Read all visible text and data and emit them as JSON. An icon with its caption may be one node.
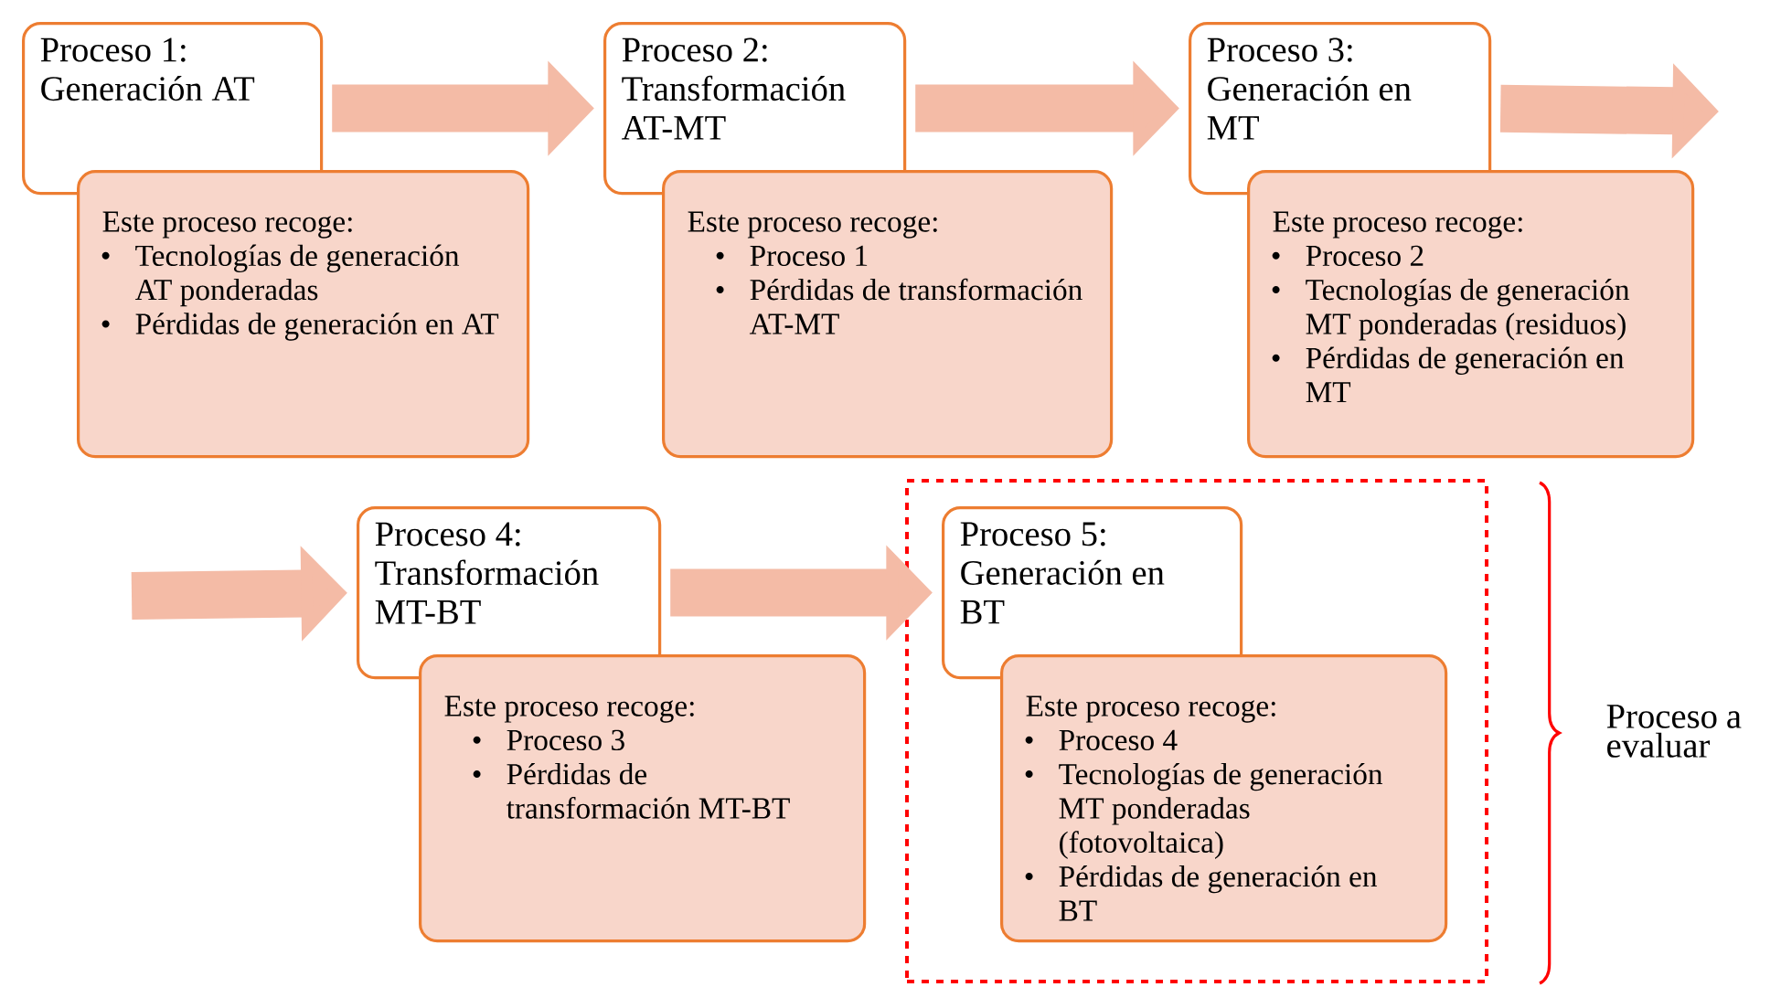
{
  "diagram": {
    "nodes": [
      {
        "text": [
          "Proceso 1: Generación AT"
        ]
      },
      {
        "text": [
          "Este proceso recoge:",
          "Tecnologías de generación AT ponderadas",
          "Pérdidas de generación en AT"
        ]
      },
      {
        "text": [
          "Proceso 2: Transformación AT-MT"
        ]
      },
      {
        "text": [
          "Este proceso recoge:",
          "Proceso 1",
          "Pérdidas de transformación AT-MT"
        ]
      },
      {
        "text": [
          "Proceso 3: Generación en MT"
        ]
      },
      {
        "text": [
          "Este proceso recoge:",
          "Proceso 2",
          "Tecnologías de generación MT ponderadas (residuos)",
          "Pérdidas de generación en MT"
        ]
      },
      {
        "text": [
          "Proceso 4: Transformación MT-BT"
        ]
      },
      {
        "text": [
          "Este proceso recoge:",
          "Proceso 3",
          "Pérdidas de transformación MT-BT"
        ]
      },
      {
        "text": [],
        "shape": "box"
      },
      {
        "text": [
          "Proceso 5: Generación en BT"
        ],
        "in": 8
      },
      {
        "text": [
          "Este proceso recoge:",
          "Proceso 4",
          "Tecnologías de generación MT ponderadas (fotovoltaica)",
          "Pérdidas de generación en BT"
        ],
        "in": 8
      }
    ],
    "edges": [
      {
        "from": 0,
        "to": 2,
        "arrow": "to"
      },
      {
        "from": 2,
        "to": 4,
        "arrow": "to"
      },
      {
        "from": 4,
        "to": null,
        "arrow": "to"
      },
      {
        "from": null,
        "to": 6,
        "arrow": "to"
      },
      {
        "from": 6,
        "to": 9,
        "arrow": "to"
      }
    ],
    "labels": [
      "Proceso a evaluar"
    ]
  }
}
